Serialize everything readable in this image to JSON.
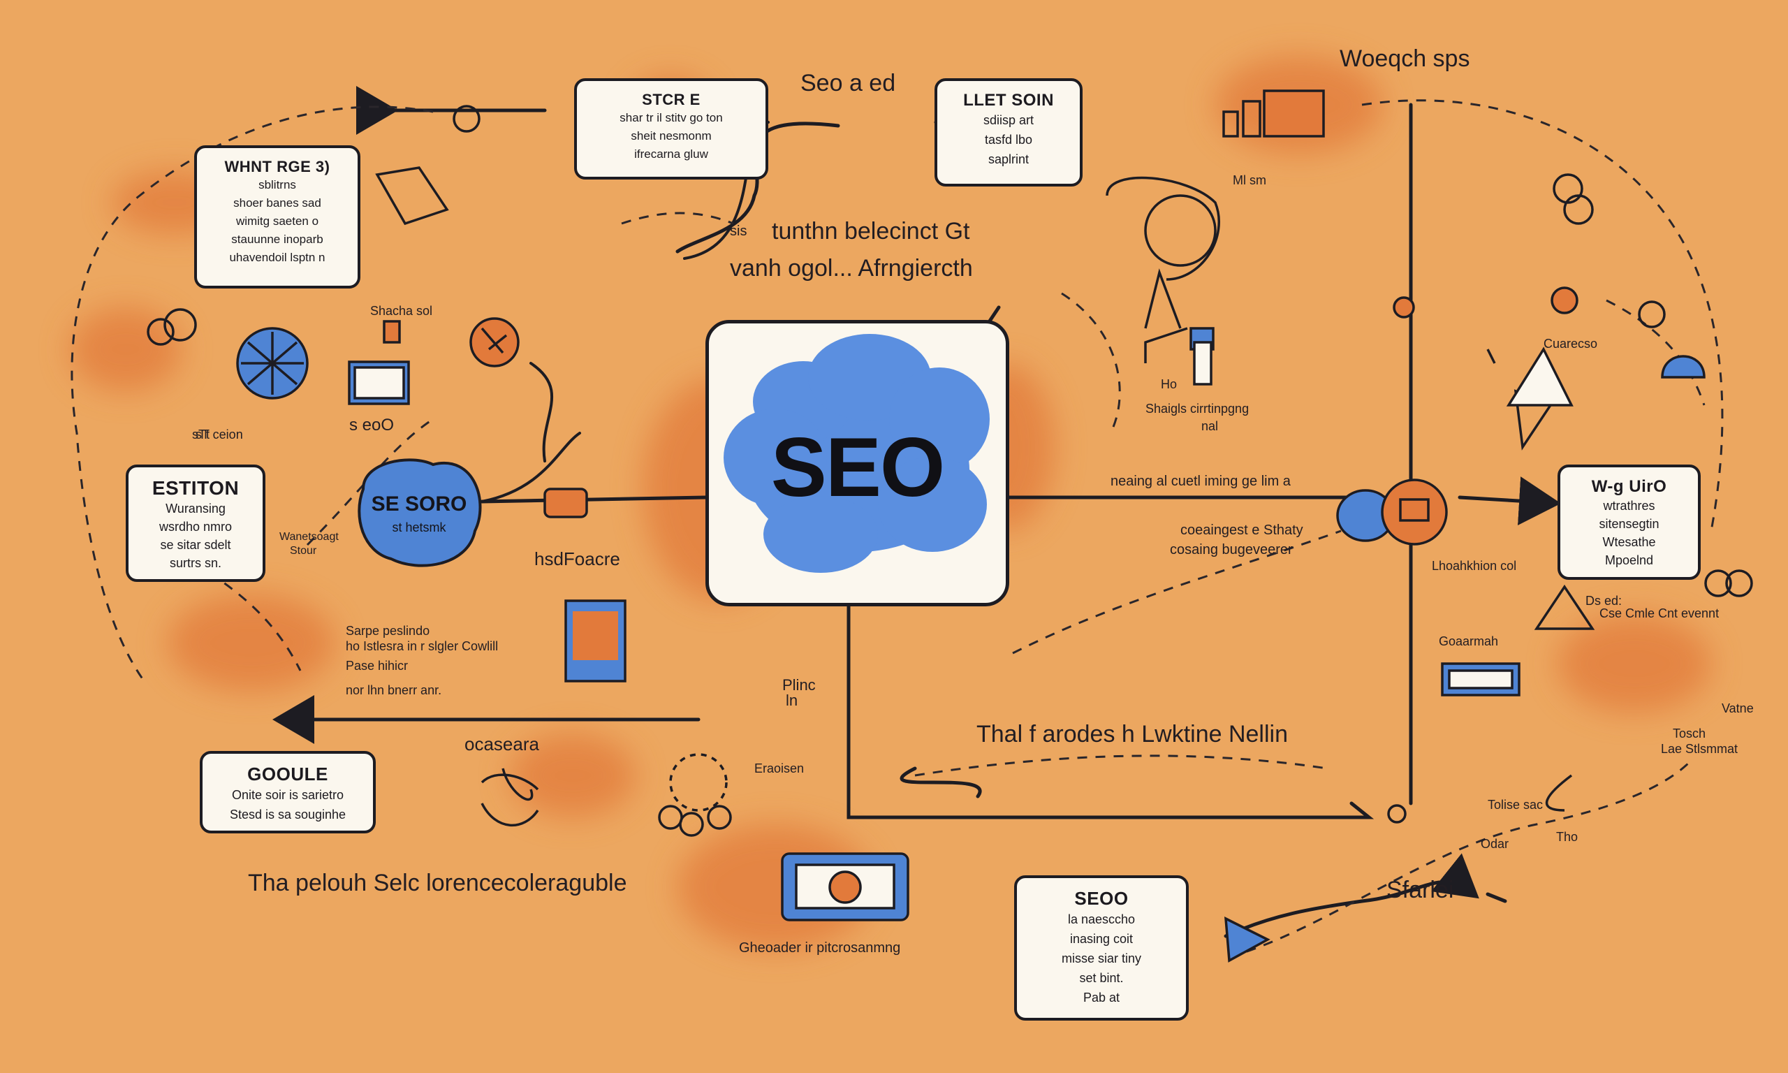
{
  "colors": {
    "background": "#eca760",
    "accent_orange": "#e0783a",
    "accent_blue": "#5b8fe0",
    "ink": "#1d1c22",
    "card": "#fbf7ee"
  },
  "hub": {
    "title": "SEO"
  },
  "boxes": {
    "top_left": {
      "title": "WHNT RGE 3)",
      "lines": [
        "sblitrns",
        "shoer banes sad",
        "wimitg saeten o",
        "stauunne inoparb",
        "uhavendoil lsptn n"
      ]
    },
    "top_center": {
      "title": "STCR E",
      "lines": [
        "shar tr il stitv go ton",
        "sheit nesmonm",
        "ifrecarna gluw"
      ]
    },
    "top_mid": {
      "title": "LLET SOIN",
      "lines": [
        "sdiisp art",
        "tasfd lbo",
        "saplrint"
      ]
    },
    "left": {
      "title": "ESTITON",
      "lines": [
        "Wuransing",
        "wsrdho nmro",
        "se sitar sdelt",
        "surtrs sn."
      ]
    },
    "bottom_left": {
      "title": "GOOULE",
      "lines": [
        "Onite soir is sarietro",
        "Stesd is sa souginhe"
      ]
    },
    "right": {
      "title": "W-g UirO",
      "lines": [
        "wtrathres",
        "sitensegtin",
        "Wtesathe",
        "Mpoelnd"
      ]
    },
    "bottom_center": {
      "title": "SEOO",
      "lines": [
        "la naesccho",
        "inasing coit",
        "misse siar tiny",
        "set bint.",
        "Pab at"
      ]
    }
  },
  "blue_node": {
    "title": "SE SORO",
    "sub": "st hetsmk"
  },
  "labels": {
    "heading_top_right": "Woeqch sps",
    "seo_aed": "Seo a ed",
    "center_line1": "tunthn belecinct Gt",
    "center_line2": "vanh ogol... Afrngiercth",
    "center_prefix": "sis",
    "bottom_right_title": "Thal f arodes h Lwktine Nellin",
    "bottom_left_title": "Tha pelouh Selc lorencecoleraguble",
    "oceasera": "ocaseara",
    "hsdroacre": "hsdFoacre",
    "nearing": "neaing al cuetl iming ge lim a",
    "covering1": "coeaingest e Sthaty",
    "covering2": "cosaing bugeveerer",
    "plimit": "Plinc",
    "ln": "ln",
    "sfarlei": "Sfarlei",
    "shoutu": "Shacha sol",
    "shaig": "Shaigls cirrtinpgng",
    "shaig2": "nal",
    "coll": "s eoO",
    "lchton": "sT ceion",
    "thoubhion": "Lhoahkhion col",
    "gescale": "Gheoader ir pitcrosanmng",
    "crlsn": "Eraoisen",
    "saro": "Sarpe peslindo",
    "saro2": "ho Istlesra in r slgler Cowlill",
    "saro3": "Pase hihicr",
    "saro4": "nor lhn bnerr anr.",
    "rouce": "Wanetsoagt",
    "rouce2": "Stour",
    "cuarco": "Cuarecso",
    "cus": "sTt",
    "vatne": "Vatne",
    "hch": "Tosch",
    "lesnmon": "Lae Stlsmmat",
    "tolsa": "Tolise sac",
    "odar": "Odar",
    "tho": "Tho",
    "sngeevent": "Cse Cmle Cnt evennt",
    "goshmshi": "Goaarmah",
    "yes": "Ml sm",
    "o7": "Ho",
    "ds": "Ds ed:"
  }
}
